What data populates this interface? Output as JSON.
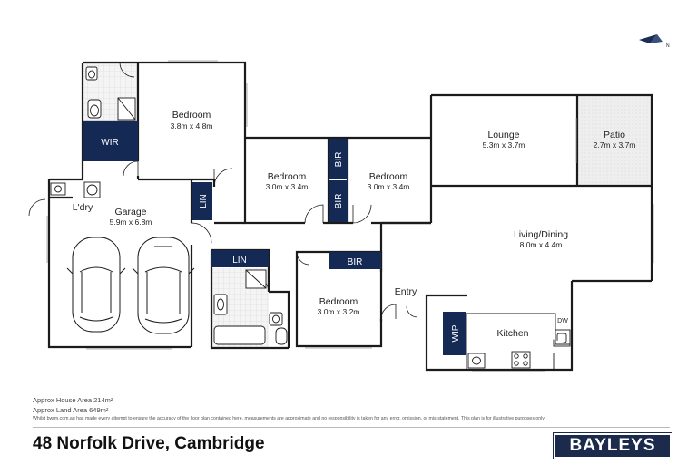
{
  "colors": {
    "wall": "#1b1b1b",
    "cabinet": "#142a55",
    "patio_fill": "#e9e9e9",
    "brand": "#1c2b4c"
  },
  "compass_icon": "north-arrow-icon",
  "rooms": {
    "bedroom_main": {
      "name": "Bedroom",
      "dim": "3.8m x 4.8m"
    },
    "bedroom_2": {
      "name": "Bedroom",
      "dim": "3.0m x 3.4m"
    },
    "bedroom_3": {
      "name": "Bedroom",
      "dim": "3.0m x 3.4m"
    },
    "bedroom_4": {
      "name": "Bedroom",
      "dim": "3.0m x 3.2m"
    },
    "lounge": {
      "name": "Lounge",
      "dim": "5.3m x 3.7m"
    },
    "patio": {
      "name": "Patio",
      "dim": "2.7m x 3.7m"
    },
    "garage": {
      "name": "Garage",
      "dim": "5.9m x 6.8m"
    },
    "living": {
      "name": "Living/Dining",
      "dim": "8.0m x 4.4m"
    },
    "laundry": {
      "name": "L'dry"
    },
    "entry": {
      "name": "Entry"
    },
    "kitchen": {
      "name": "Kitchen"
    },
    "dw": {
      "name": "DW"
    }
  },
  "cabinets": {
    "wir": "WIR",
    "lin_garage": "LIN",
    "lin_hall": "LIN",
    "bir_top": "BIR",
    "bir_bottom": "BIR",
    "bir_bed4": "BIR",
    "wip": "WIP"
  },
  "footer": {
    "house_area": "Approx House Area 214m²",
    "land_area": "Approx Land Area 649m²",
    "disclaimer": "Whilst bwrm.com.au has made every attempt to ensure the accuracy of the floor plan contained here, measurements are approximate and no responsibility is taken for any error, omission, or mis-statement. This plan is for illustrative purposes only.",
    "address": "48 Norfolk Drive, Cambridge",
    "brand": "BAYLEYS"
  }
}
